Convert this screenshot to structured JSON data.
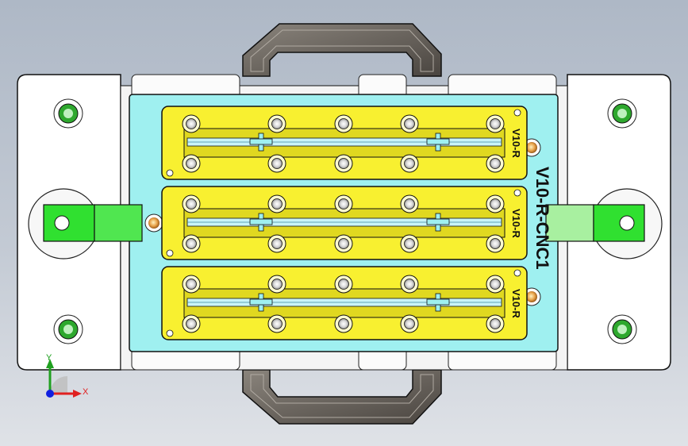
{
  "view": {
    "background_top": "#aeb8c6",
    "background_bottom": "#dfe2e7"
  },
  "fixture": {
    "engraving_vertical": "V10-R-CNC1",
    "colors": {
      "baseplate": "#ffffff",
      "outline": "#111111",
      "cyan_plate": "#9ff0f0",
      "yellow_insert": "#f8f030",
      "handle": "#6b6660",
      "green_block": "#30e030",
      "green_block_light": "#a8f0a0",
      "screw_green": "#2ea82e"
    },
    "inserts": [
      {
        "label": "V10-R"
      },
      {
        "label": "V10-R"
      },
      {
        "label": "V10-R"
      }
    ]
  },
  "triad": {
    "x_label": "X",
    "y_label": "Y",
    "x_color": "#e02020",
    "y_color": "#20a020",
    "origin_color": "#1020e0"
  }
}
